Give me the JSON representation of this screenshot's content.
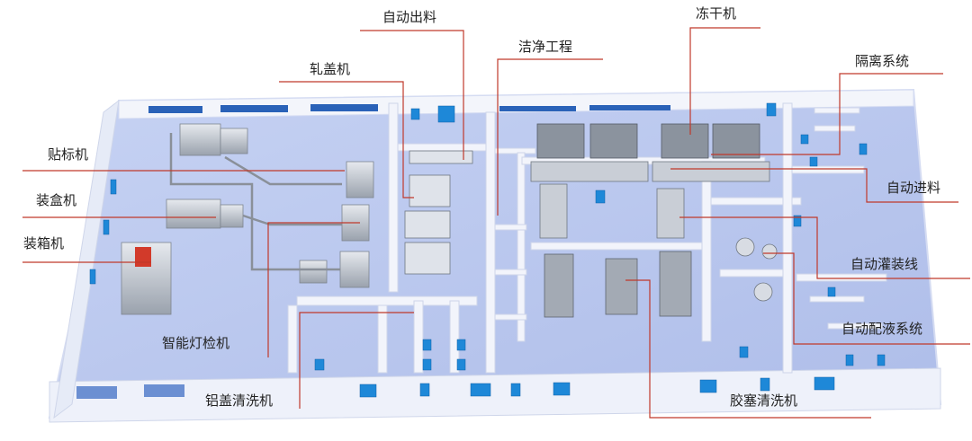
{
  "labels": {
    "auto_outfeed": "自动出料",
    "freeze_dryer": "冻干机",
    "clean_engineering": "洁净工程",
    "isolation_system": "隔离系统",
    "capping_machine": "轧盖机",
    "labeling_machine": "贴标机",
    "auto_infeed": "自动进料",
    "cartoning_machine": "装盒机",
    "case_packer": "装箱机",
    "auto_filling_line": "自动灌装线",
    "auto_liquid_prep": "自动配液系统",
    "smart_light_inspection": "智能灯检机",
    "cap_washer": "铝盖清洗机",
    "stopper_washer": "胶塞清洗机"
  },
  "colors": {
    "floor": "#b9c7ef",
    "wall": "#f2f4fb",
    "leader_line": "#c0392b",
    "door": "#1e88d8",
    "window": "#2a62b8"
  }
}
